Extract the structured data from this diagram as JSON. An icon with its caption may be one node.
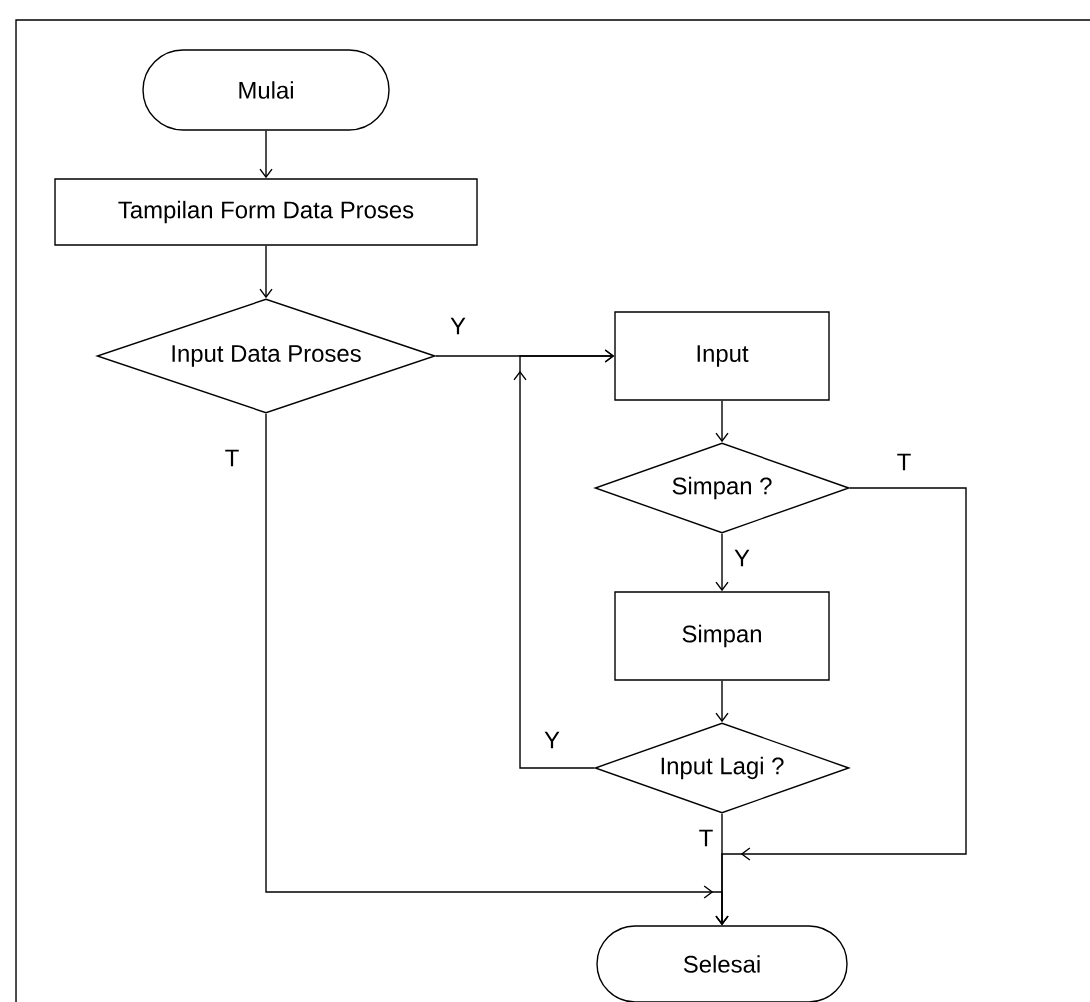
{
  "diagram": {
    "nodes": [
      {
        "text": [
          "Mulai"
        ]
      },
      {
        "text": [
          "Tampilan Form Data Proses"
        ]
      },
      {
        "text": [
          "Input Data Proses"
        ]
      },
      {
        "text": [
          "Input"
        ]
      },
      {
        "text": [
          "Simpan ?"
        ]
      },
      {
        "text": [
          "Simpan"
        ]
      },
      {
        "text": [
          "Input Lagi ?"
        ]
      },
      {
        "text": [
          "Selesai"
        ]
      }
    ],
    "edges": [
      {
        "from": 0,
        "to": 1,
        "arrow": "to"
      },
      {
        "from": 1,
        "to": 2,
        "arrow": "to"
      },
      {
        "from": 2,
        "to": 3,
        "arrow": "to",
        "label": "Y"
      },
      {
        "from": 3,
        "to": 4,
        "arrow": "to"
      },
      {
        "from": 4,
        "to": 5,
        "arrow": "to",
        "label": "Y"
      },
      {
        "from": 5,
        "to": 6,
        "arrow": "to"
      },
      {
        "from": 6,
        "to": 3,
        "arrow": "to",
        "label": "Y"
      },
      {
        "from": 4,
        "to": 7,
        "arrow": "to",
        "label": "T"
      },
      {
        "from": 6,
        "to": 7,
        "arrow": "to",
        "label": "T"
      },
      {
        "from": 2,
        "to": 7,
        "arrow": "to",
        "label": "T"
      }
    ]
  }
}
